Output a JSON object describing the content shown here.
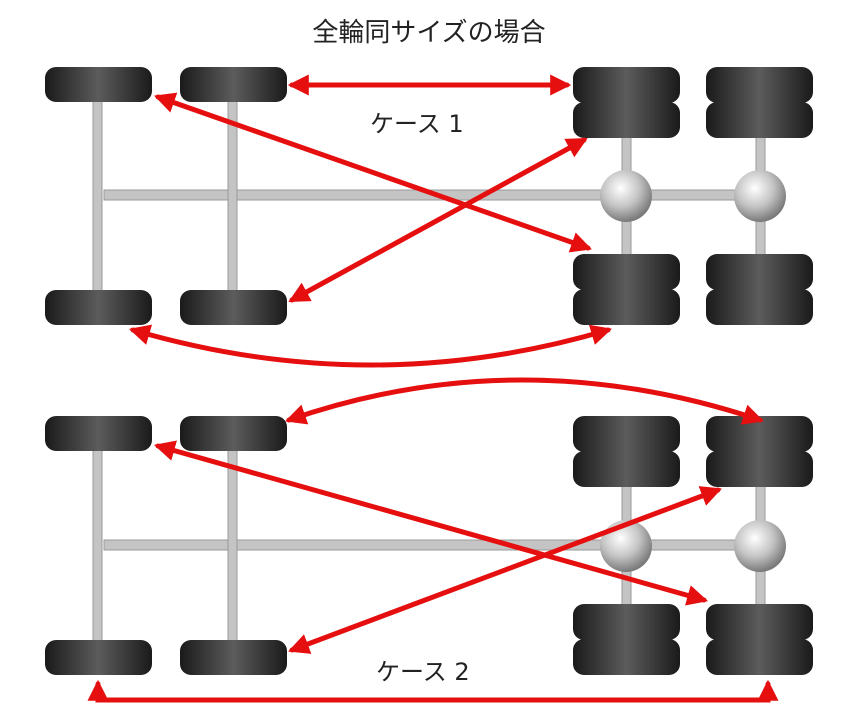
{
  "title": "全輪同サイズの場合",
  "cases": [
    {
      "label": "ケース 1"
    },
    {
      "label": "ケース 2"
    }
  ],
  "colors": {
    "arrow": "#e60f0f",
    "tire_dark": "#1c1c1c",
    "tire_mid": "#5a5a5a",
    "axle": "#c2c2c2",
    "hub": "#bdbdbd"
  }
}
